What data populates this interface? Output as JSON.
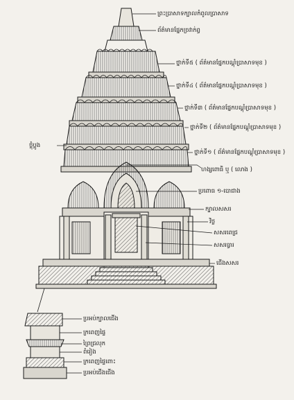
{
  "diagram": {
    "top_labels": {
      "finial": "ព្រះប្រាសាទក្បាលកំពូលប្រាសាទ",
      "finial_detail": "ព័ត៌មានផ្នែកច្រវាក់ព្ធ"
    },
    "tier_labels": [
      "ថ្នាក់ទី៥ ( ព័ត៌មានផ្នែកបណ្ដុំប្រាសាទមុខ )",
      "ថ្នាក់ទី៤ ( ព័ត៌មានផ្នែកបណ្ដុំប្រាសាទមុខ )",
      "ថ្នាក់ទី៣ ( ព័ត៌មានផ្នែកបណ្ដុំប្រាសាទមុខ )",
      "ថ្នាក់ទី២ ( ព័ត៌មានផ្នែកបណ្ដុំប្រាសាទមុខ )",
      "ថ្នាក់ទី១ ( ព័ត៌មានផ្នែកបណ្ដុំប្រាសាទមុខ )"
    ],
    "side_label": "ថ្ពុំប្ដូង",
    "right_labels": [
      "ហង្សពោធិ ឬ ( លោង )",
      "ប្រពោធ ១-បោជាង",
      "ក្បាលសសរ",
      "វិថ្ល",
      "សសរពេជ្រ",
      "សសរធ្វារ",
      "ជើងសសរ"
    ],
    "base_labels": [
      "ប្រអប់ក្បាលជើង",
      "ក្រពេញផ្ទៃ",
      "ព្រៃជ្រលុក",
      "ពំរៀង",
      "ក្រពេញផ្ទៃពោះ",
      "ប្រអប់ជើងជើង"
    ]
  }
}
